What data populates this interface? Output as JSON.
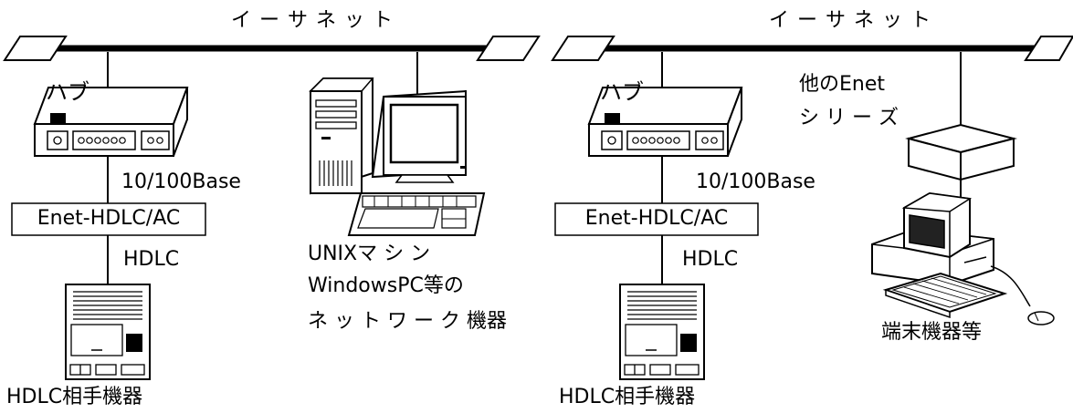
{
  "left_network": {
    "ethernet_label": "イ ー サ ネ ッ ト",
    "hub_label": "ハブ",
    "base_label": "10/100Base",
    "converter_label": "Enet-HDLC/AC",
    "hdlc_label": "HDLC",
    "device_label": "HDLC相手機器",
    "unix_label_line1": "UNIXマ シ ン",
    "unix_label_line2": "WindowsPC等の",
    "unix_label_line3": "ネ ッ ト ワ ー ク 機器"
  },
  "right_network": {
    "ethernet_label": "イ ー サ ネ ッ ト",
    "hub_label": "ハブ",
    "base_label": "10/100Base",
    "converter_label": "Enet-HDLC/AC",
    "hdlc_label": "HDLC",
    "device_label": "HDLC相手機器",
    "other_enet_line1": "他のEnet",
    "other_enet_line2": "シ リ ー ズ",
    "terminal_label": "端末機器等"
  }
}
